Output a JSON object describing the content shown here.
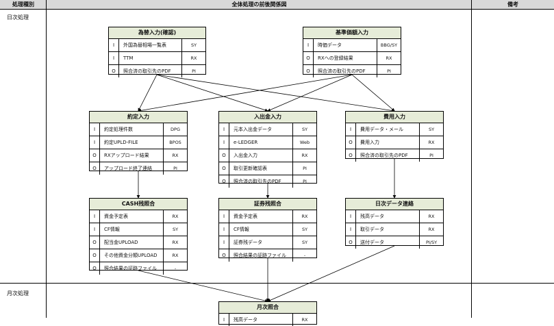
{
  "header": {
    "col1": "処理種別",
    "col2": "全体処理の前後関係図",
    "col3": "備考"
  },
  "sections": {
    "daily": "日次処理",
    "monthly": "月次処理"
  },
  "boxes": [
    {
      "id": "kawase",
      "title": "為替入力(確認)",
      "rows": [
        {
          "io": "I",
          "name": "外国為替相場一覧表",
          "code": "SY"
        },
        {
          "io": "I",
          "name": "TTM",
          "code": "RX"
        },
        {
          "io": "O",
          "name": "照合済の取引先のPDF",
          "code": "PI"
        }
      ]
    },
    {
      "id": "kijun",
      "title": "基準価額入力",
      "rows": [
        {
          "io": "I",
          "name": "時価データ",
          "code": "BBG/SY"
        },
        {
          "io": "O",
          "name": "RXへの登録結果",
          "code": "RX"
        },
        {
          "io": "O",
          "name": "照合済の取引先のPDF",
          "code": "PI"
        }
      ]
    },
    {
      "id": "yakujo",
      "title": "約定入力",
      "rows": [
        {
          "io": "I",
          "name": "約定処理件数",
          "code": "DPG"
        },
        {
          "io": "I",
          "name": "約定UPLD-FILE",
          "code": "BPOS"
        },
        {
          "io": "O",
          "name": "RXアップロード結果",
          "code": "RX"
        },
        {
          "io": "O",
          "name": "アップロード終了連絡",
          "code": "PI"
        }
      ]
    },
    {
      "id": "nyushukkin",
      "title": "入出金入力",
      "rows": [
        {
          "io": "I",
          "name": "元本入出金データ",
          "code": "SY"
        },
        {
          "io": "I",
          "name": "e-LEDGER",
          "code": "Web"
        },
        {
          "io": "O",
          "name": "入出金入力",
          "code": "RX"
        },
        {
          "io": "O",
          "name": "取引更新確認表",
          "code": "PI"
        },
        {
          "io": "O",
          "name": "照合済の取引先のPDF",
          "code": "PI"
        }
      ]
    },
    {
      "id": "hiyo",
      "title": "費用入力",
      "rows": [
        {
          "io": "I",
          "name": "費用データ・メール",
          "code": "SY"
        },
        {
          "io": "O",
          "name": "費用入力",
          "code": "RX"
        },
        {
          "io": "O",
          "name": "照合済の取引先のPDF",
          "code": "PI"
        }
      ]
    },
    {
      "id": "cash",
      "title": "CASH残照合",
      "rows": [
        {
          "io": "I",
          "name": "資金予定表",
          "code": "RX"
        },
        {
          "io": "I",
          "name": "CF情報",
          "code": "SY"
        },
        {
          "io": "O",
          "name": "配当金UPLOAD",
          "code": "RX"
        },
        {
          "io": "O",
          "name": "その他資金分類UPLOAD",
          "code": "RX"
        },
        {
          "io": "O",
          "name": "照合結果の証跡ファイル",
          "code": "-"
        }
      ]
    },
    {
      "id": "shoken",
      "title": "証券残照合",
      "rows": [
        {
          "io": "I",
          "name": "資金予定表",
          "code": "RX"
        },
        {
          "io": "I",
          "name": "CF情報",
          "code": "SY"
        },
        {
          "io": "I",
          "name": "証券残データ",
          "code": "SY"
        },
        {
          "io": "O",
          "name": "照合結果の証跡ファイル",
          "code": "-"
        }
      ]
    },
    {
      "id": "nichiji",
      "title": "日次データ連絡",
      "rows": [
        {
          "io": "I",
          "name": "残高データ",
          "code": "RX"
        },
        {
          "io": "I",
          "name": "取引データ",
          "code": "RX"
        },
        {
          "io": "O",
          "name": "送付データ",
          "code": "PI/SY"
        }
      ]
    },
    {
      "id": "getsuji",
      "title": "月次照合",
      "rows": [
        {
          "io": "I",
          "name": "残高データ",
          "code": "RX"
        }
      ]
    }
  ]
}
